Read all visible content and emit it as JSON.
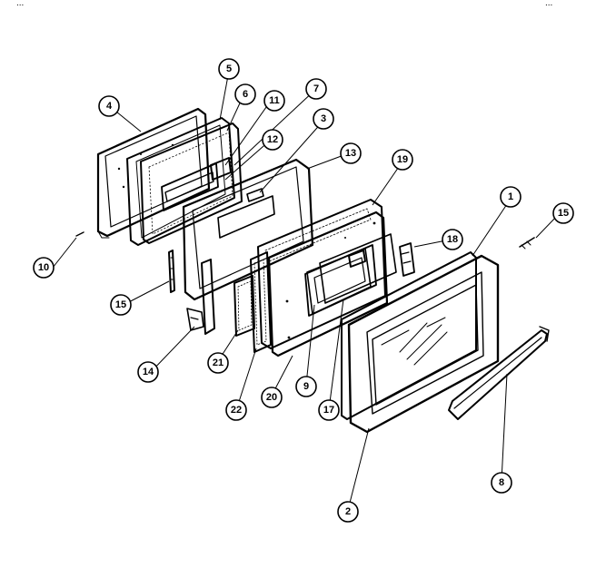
{
  "header": {
    "left_fragment": "...",
    "right_fragment": "..."
  },
  "callouts": [
    {
      "id": "c1",
      "label": "1"
    },
    {
      "id": "c2",
      "label": "2"
    },
    {
      "id": "c3",
      "label": "3"
    },
    {
      "id": "c4",
      "label": "4"
    },
    {
      "id": "c5",
      "label": "5"
    },
    {
      "id": "c6",
      "label": "6"
    },
    {
      "id": "c7",
      "label": "7"
    },
    {
      "id": "c8",
      "label": "8"
    },
    {
      "id": "c9",
      "label": "9"
    },
    {
      "id": "c10",
      "label": "10"
    },
    {
      "id": "c11",
      "label": "11"
    },
    {
      "id": "c12",
      "label": "12"
    },
    {
      "id": "c13",
      "label": "13"
    },
    {
      "id": "c14",
      "label": "14"
    },
    {
      "id": "c15a",
      "label": "15"
    },
    {
      "id": "c15b",
      "label": "15"
    },
    {
      "id": "c17",
      "label": "17"
    },
    {
      "id": "c18",
      "label": "18"
    },
    {
      "id": "c19",
      "label": "19"
    },
    {
      "id": "c20",
      "label": "20"
    },
    {
      "id": "c21",
      "label": "21"
    },
    {
      "id": "c22",
      "label": "22"
    }
  ]
}
